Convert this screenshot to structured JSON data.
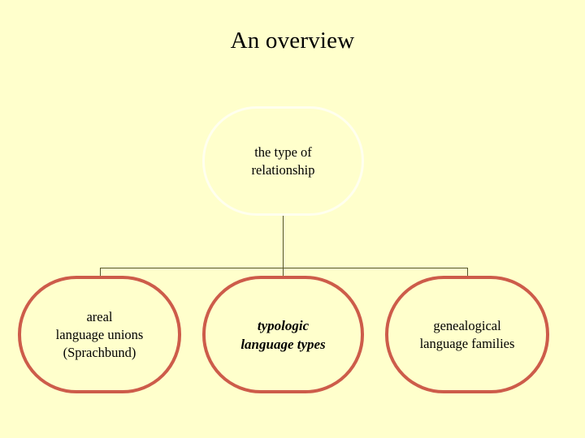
{
  "slide": {
    "title": "An overview",
    "background_color": "#ffffcc",
    "text_color": "#000000"
  },
  "diagram": {
    "type": "tree",
    "root": {
      "id": "root",
      "label": "the type of\nrelationship",
      "border_color": "#ffffee",
      "fill_color": "#ffffcc",
      "shape": "rounded-rectangle"
    },
    "children": [
      {
        "id": "areal",
        "label": "areal\nlanguage unions\n(Sprachbund)",
        "border_color": "#cd5c4a",
        "fill_color": "#ffffcc",
        "shape": "rounded-rectangle",
        "emphasis": "normal"
      },
      {
        "id": "typologic",
        "label": "typologic\nlanguage types",
        "border_color": "#cd5c4a",
        "fill_color": "#ffffcc",
        "shape": "rounded-rectangle",
        "emphasis": "bold-italic"
      },
      {
        "id": "genealogical",
        "label": "genealogical\nlanguage families",
        "border_color": "#cd5c4a",
        "fill_color": "#ffffcc",
        "shape": "rounded-rectangle",
        "emphasis": "normal"
      }
    ],
    "connector_color": "#55552b"
  }
}
